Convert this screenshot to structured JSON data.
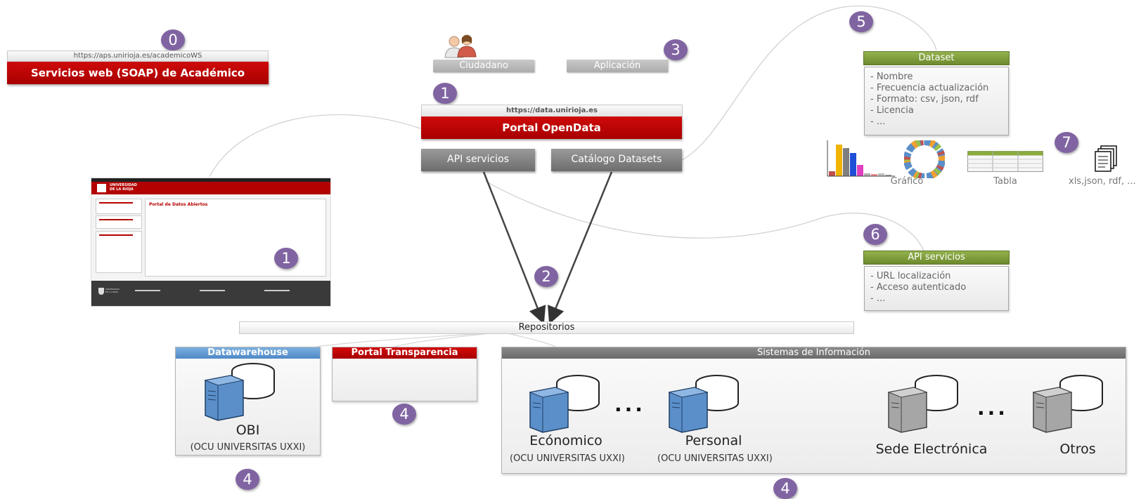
{
  "badges": {
    "b0": "0",
    "b1_top": "1",
    "b1_site": "1",
    "b2": "2",
    "b3": "3",
    "b4_dw": "4",
    "b4_pt": "4",
    "b4_si": "4",
    "b5": "5",
    "b6": "6",
    "b7": "7"
  },
  "academico": {
    "url": "https://aps.unirioja.es/academicoWS",
    "title": "Servicios web (SOAP) de Académico"
  },
  "users": {
    "ciudadano": "Ciudadano",
    "aplicacion": "Aplicación"
  },
  "portal": {
    "url": "https://data.unirioja.es",
    "title": "Portal OpenData",
    "api_button": "API servicios",
    "catalog_button": "Catálogo Datasets"
  },
  "site": {
    "logo_line1": "UNIVERSIDAD",
    "logo_line2": "DE LA RIOJA",
    "page_heading": "Portal de Datos Abiertos",
    "footer_logo": "UNIVERSIDAD DE LA RIOJA"
  },
  "dataset": {
    "title": "Dataset",
    "items": [
      "- Nombre",
      "- Frecuencia actualización",
      "- Formato: csv, json, rdf",
      "- Licencia",
      "- ..."
    ]
  },
  "outputs": {
    "grafico": "Gráfico",
    "tabla": "Tabla",
    "formats": "xls,json, rdf, ..."
  },
  "api_box": {
    "title": "API servicios",
    "items": [
      "- URL localización",
      "- Acceso autenticado",
      "- ..."
    ]
  },
  "repositorios": "Repositorios",
  "datawarehouse": {
    "title": "Datawarehouse",
    "server_name": "OBI",
    "server_sub": "(OCU UNIVERSITAS UXXI)"
  },
  "transparencia": {
    "title": "Portal Transparencia"
  },
  "sistemas": {
    "title": "Sistemas de Información",
    "ellipsis": "...",
    "servers": [
      {
        "name": "Ecónomico",
        "sub": "(OCU UNIVERSITAS UXXI)"
      },
      {
        "name": "Personal",
        "sub": "(OCU UNIVERSITAS UXXI)"
      },
      {
        "name": "Sede Electrónica",
        "sub": ""
      },
      {
        "name": "Otros",
        "sub": ""
      }
    ]
  },
  "colors": {
    "red": "#c00000",
    "purple": "#8064a2",
    "green": "#7f9c3b",
    "blue": "#5b8fc9",
    "grey": "#7f7f7f"
  },
  "chart_thumb_values": [
    7,
    45,
    40,
    33,
    16,
    4,
    3,
    4,
    2
  ]
}
